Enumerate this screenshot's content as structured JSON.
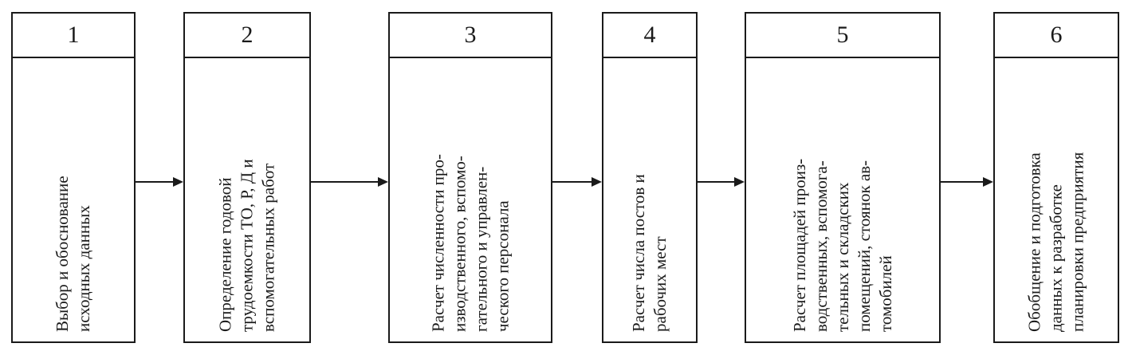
{
  "steps": [
    {
      "num": "1",
      "text": "Выбор и обоснование\nисходных данных"
    },
    {
      "num": "2",
      "text": "Определение годовой\nтрудоемкости ТО, Р, Д и\nвспомогательных работ"
    },
    {
      "num": "3",
      "text": "Расчет численности про-\nизводственного, вспомо-\nгательного и управлен-\nческого персонала"
    },
    {
      "num": "4",
      "text": "Расчет числа постов и\nрабочих мест"
    },
    {
      "num": "5",
      "text": "Расчет площадей произ-\nводственных, вспомога-\nтельных и складских\nпомещений, стоянок ав-\nтомобилей"
    },
    {
      "num": "6",
      "text": "Обобщение и подготовка\nданных к разработке\nпланировки предприятия"
    }
  ]
}
